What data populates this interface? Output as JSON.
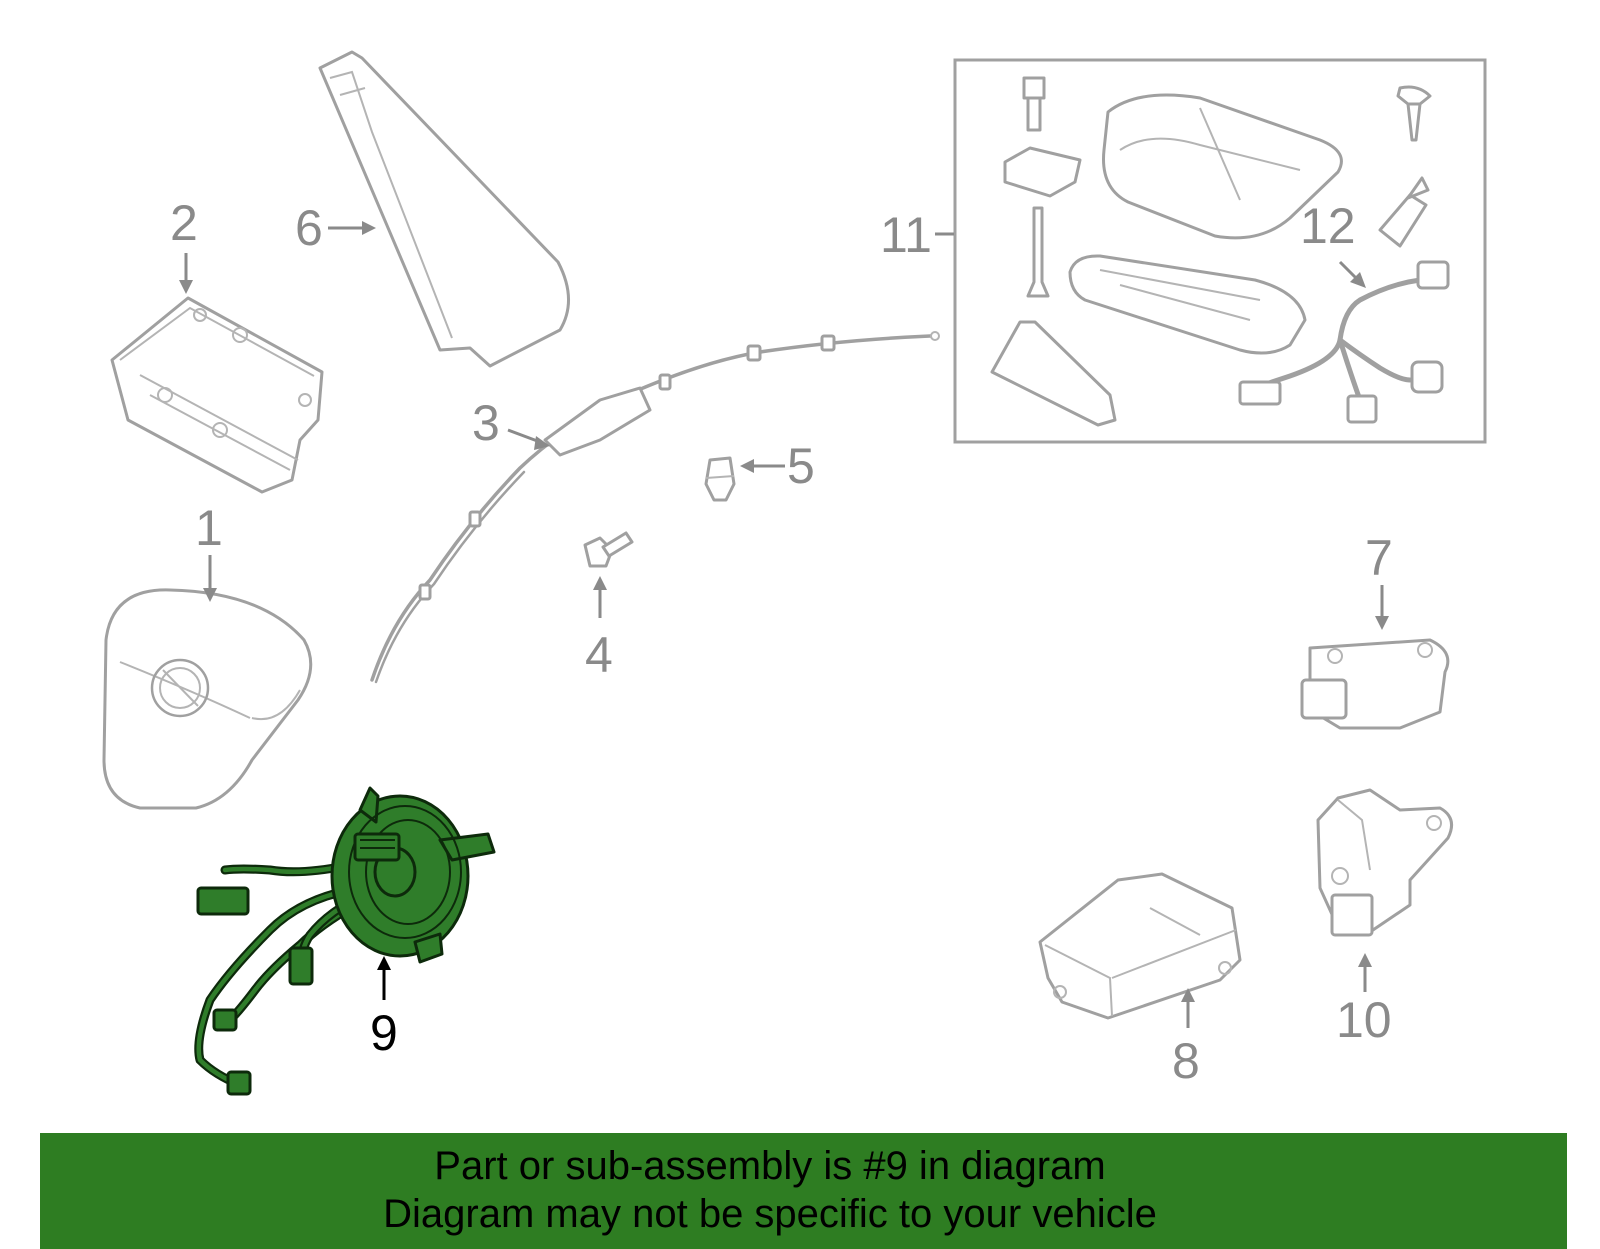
{
  "callouts": {
    "c1": "1",
    "c2": "2",
    "c3": "3",
    "c4": "4",
    "c5": "5",
    "c6": "6",
    "c7": "7",
    "c8": "8",
    "c9": "9",
    "c10": "10",
    "c11": "11",
    "c12": "12"
  },
  "highlight": {
    "part_number": "9",
    "color": "#2e7d22"
  },
  "banner": {
    "line1": "Part or sub-assembly is #9 in diagram",
    "line2": "Diagram may not be specific to your vehicle",
    "background": "#2e7d22"
  }
}
